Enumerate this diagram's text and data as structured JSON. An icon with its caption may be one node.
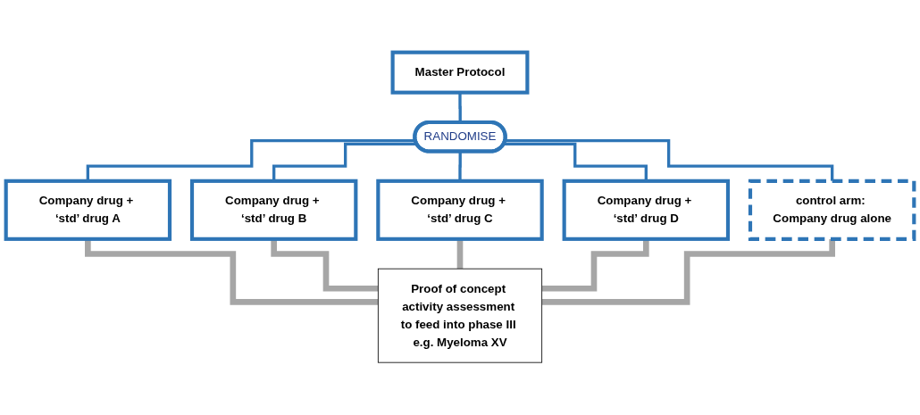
{
  "diagram": {
    "nodes": [
      {
        "text": [
          "Master Protocol"
        ]
      },
      {
        "text": [
          "RANDOMISE"
        ]
      },
      {
        "text": [
          "Company drug + ‘std’ drug A"
        ]
      },
      {
        "text": [
          "Company drug + ‘std’ drug B"
        ]
      },
      {
        "text": [
          "Company drug + ‘std’ drug C"
        ]
      },
      {
        "text": [
          "Company drug + ‘std’ drug D"
        ]
      },
      {
        "text": [
          "control arm: Company drug alone"
        ]
      },
      {
        "text": [
          "Proof of concept activity assessment to feed into phase III e.g. Myeloma XV"
        ]
      }
    ],
    "edges": [
      {
        "from": 0,
        "to": 1,
        "arrow": "none"
      },
      {
        "from": 1,
        "to": 2,
        "arrow": "none"
      },
      {
        "from": 1,
        "to": 3,
        "arrow": "none"
      },
      {
        "from": 1,
        "to": 4,
        "arrow": "none"
      },
      {
        "from": 1,
        "to": 5,
        "arrow": "none"
      },
      {
        "from": 1,
        "to": 6,
        "arrow": "none"
      },
      {
        "from": 2,
        "to": 7,
        "arrow": "none",
        "style": "thick",
        "color": "#a6a6a6"
      },
      {
        "from": 3,
        "to": 7,
        "arrow": "none",
        "style": "thick",
        "color": "#a6a6a6"
      },
      {
        "from": 4,
        "to": 7,
        "arrow": "none",
        "style": "thick",
        "color": "#a6a6a6"
      },
      {
        "from": 5,
        "to": 7,
        "arrow": "none",
        "style": "thick",
        "color": "#a6a6a6"
      },
      {
        "from": 6,
        "to": 7,
        "arrow": "none",
        "style": "thick",
        "color": "#a6a6a6"
      }
    ]
  }
}
